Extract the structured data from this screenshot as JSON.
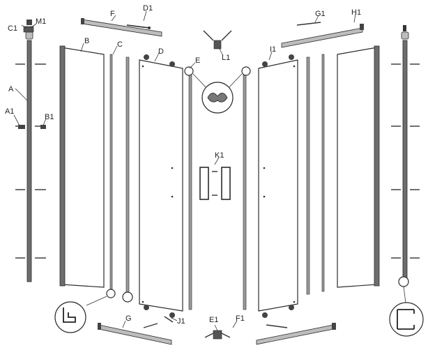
{
  "labels": {
    "A": "A",
    "A1": "A1",
    "B": "B",
    "B1": "B1",
    "C": "C",
    "C1": "C1",
    "D": "D",
    "D1": "D1",
    "E": "E",
    "E1": "E1",
    "F": "F",
    "F1": "F1",
    "G": "G",
    "G1": "G1",
    "H1": "H1",
    "I1": "I1",
    "J1": "J1",
    "K1": "K1",
    "L1": "L1",
    "M1": "M1"
  }
}
